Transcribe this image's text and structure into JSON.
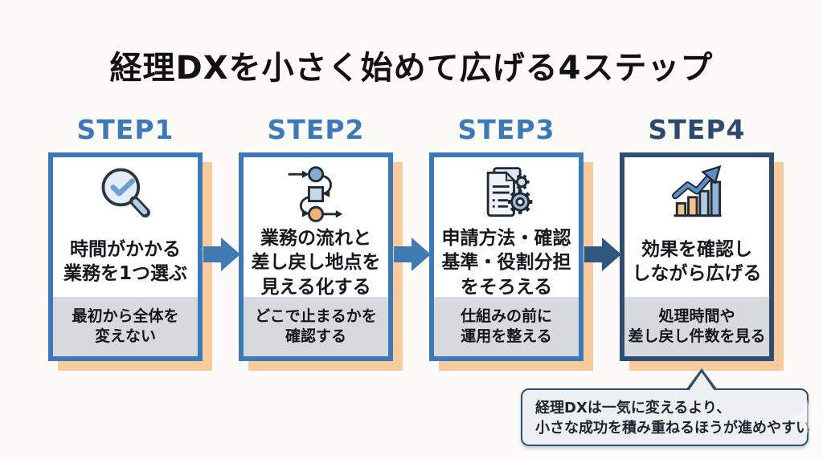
{
  "title": "経理DXを小さく始めて広げる4ステップ",
  "colors": {
    "background": "#fcfbf7",
    "step_blue": "#3b79b8",
    "step4_navy": "#2c4a6e",
    "card_border_blue": "#3b79b8",
    "card4_border_navy": "#2e4d71",
    "shadow_peach": "#f8cb9d",
    "footer_gray": "#d6d9de",
    "arrow_blue": "#3f7ab2",
    "arrow_dark_blue": "#2f5880",
    "callout_bg": "#edeff3",
    "callout_border": "#32506e",
    "text_dark": "#17181a"
  },
  "steps": [
    {
      "label": "STEP1",
      "icon": "magnifier-check-icon",
      "main_lines": [
        "時間がかかる",
        "業務を1つ選ぶ"
      ],
      "footer_lines": [
        "最初から全体を",
        "変えない"
      ]
    },
    {
      "label": "STEP2",
      "icon": "process-flow-icon",
      "main_lines": [
        "業務の流れと",
        "差し戻し地点を",
        "見える化する"
      ],
      "footer_lines": [
        "どこで止まるかを",
        "確認する"
      ]
    },
    {
      "label": "STEP3",
      "icon": "document-gears-icon",
      "main_lines": [
        "申請方法・確認",
        "基準・役割分担",
        "をそろえる"
      ],
      "footer_lines": [
        "仕組みの前に",
        "運用を整える"
      ]
    },
    {
      "label": "STEP4",
      "icon": "growth-chart-icon",
      "main_lines": [
        "効果を確認し",
        "しながら広げる"
      ],
      "footer_lines": [
        "処理時間や",
        "差し戻し件数を見る"
      ]
    }
  ],
  "callout": {
    "lines": [
      "経理DXは一気に変えるより、",
      "小さな成功を積み重ねるほうが進めやすい"
    ]
  }
}
